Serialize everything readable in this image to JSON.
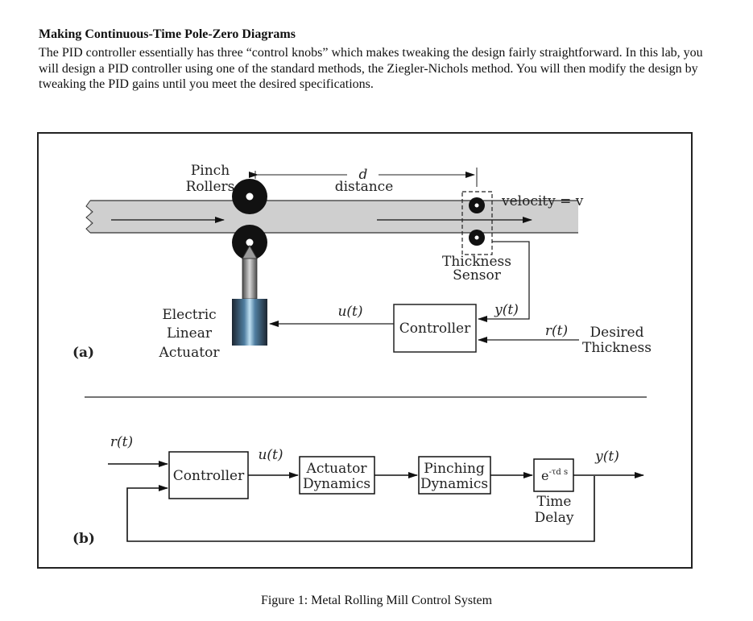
{
  "document": {
    "heading": "Making Continuous-Time Pole-Zero Diagrams",
    "paragraph": "The PID controller essentially has three “control knobs” which makes tweaking the design fairly straightforward.  In this lab, you will design a PID controller using one of the standard methods, the Ziegler-Nichols method.  You will then modify the design by tweaking the PID gains until you meet the desired specifications.",
    "caption": "Figure 1: Metal Rolling Mill Control System"
  },
  "figure": {
    "panel_a": {
      "label": "(a)",
      "pinch_rollers": [
        "Pinch",
        "Rollers"
      ],
      "distance_symbol": "d",
      "distance_text": "distance",
      "velocity": "velocity = v",
      "sensor": [
        "Thickness",
        "Sensor"
      ],
      "actuator": [
        "Electric",
        "Linear",
        "Actuator"
      ],
      "u_signal": "u(t)",
      "y_signal": "y(t)",
      "r_signal": "r(t)",
      "controller": "Controller",
      "desired": [
        "Desired",
        "Thickness"
      ]
    },
    "panel_b": {
      "label": "(b)",
      "r_signal": "r(t)",
      "u_signal": "u(t)",
      "y_signal": "y(t)",
      "controller": "Controller",
      "actuator": [
        "Actuator",
        "Dynamics"
      ],
      "pinching": [
        "Pinching",
        "Dynamics"
      ],
      "delay_base": "e",
      "delay_exp": "-τd s",
      "delay": [
        "Time",
        "Delay"
      ]
    }
  }
}
